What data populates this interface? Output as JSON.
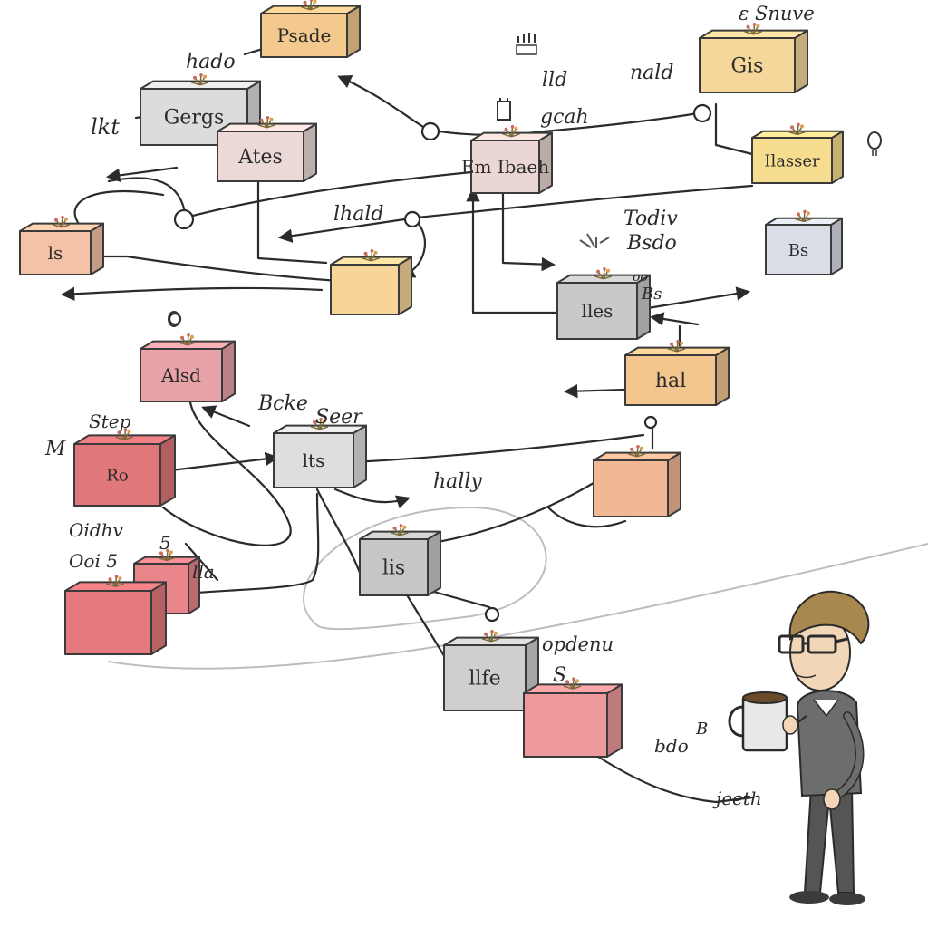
{
  "diagram": {
    "boxes": [
      {
        "id": "b1",
        "label": "Psade",
        "color": "#f3c98e"
      },
      {
        "id": "b2",
        "label": "Gergs",
        "color": "#dcdcdc"
      },
      {
        "id": "b3",
        "label": "Ates",
        "color": "#ead9d6"
      },
      {
        "id": "b4",
        "label": "Gis",
        "color": "#f5d79b"
      },
      {
        "id": "b5",
        "label": "Em Ibaeh",
        "color": "#ead6d2"
      },
      {
        "id": "b6",
        "label": "Ilasser",
        "color": "#f7dd8f"
      },
      {
        "id": "b7",
        "label": "ls",
        "color": "#f4c3a7"
      },
      {
        "id": "b8",
        "label": "",
        "color": "#f6d49a"
      },
      {
        "id": "b9",
        "label": "Bs",
        "color": "#d9dde6"
      },
      {
        "id": "b10",
        "label": "lles",
        "color": "#c9c9c9"
      },
      {
        "id": "b11",
        "label": "Alsd",
        "color": "#e8a3a9"
      },
      {
        "id": "b12",
        "label": "hal",
        "color": "#f3c690"
      },
      {
        "id": "b13",
        "label": "Ro",
        "color": "#e0777b"
      },
      {
        "id": "b14",
        "label": "lts",
        "color": "#dedede"
      },
      {
        "id": "b15",
        "label": "",
        "color": "#f1b896"
      },
      {
        "id": "b16",
        "label": "",
        "color": "#e8868c"
      },
      {
        "id": "b17",
        "label": "",
        "color": "#e3797d"
      },
      {
        "id": "b18",
        "label": "lis",
        "color": "#c7c7c7"
      },
      {
        "id": "b19",
        "label": "llfe",
        "color": "#cfcfcf"
      },
      {
        "id": "b20",
        "label": "",
        "color": "#ee9a9d"
      }
    ],
    "labels": [
      {
        "id": "t1",
        "text": "hado"
      },
      {
        "id": "t2",
        "text": "lkt"
      },
      {
        "id": "t3",
        "text": "ε Snuve"
      },
      {
        "id": "t4",
        "text": "nald"
      },
      {
        "id": "t5",
        "text": "lld"
      },
      {
        "id": "t6",
        "text": "gcah"
      },
      {
        "id": "t7",
        "text": "lhald"
      },
      {
        "id": "t8",
        "text": "Todiv"
      },
      {
        "id": "t9",
        "text": "Bsdo"
      },
      {
        "id": "t10",
        "text": "Bcke"
      },
      {
        "id": "t11",
        "text": "Seer"
      },
      {
        "id": "t12",
        "text": "Step"
      },
      {
        "id": "t13",
        "text": "M"
      },
      {
        "id": "t14",
        "text": "Oidhv"
      },
      {
        "id": "t15",
        "text": "Ooi 5"
      },
      {
        "id": "t16",
        "text": "5"
      },
      {
        "id": "t17",
        "text": "lla"
      },
      {
        "id": "t18",
        "text": "hally"
      },
      {
        "id": "t19",
        "text": "opdenu"
      },
      {
        "id": "t20",
        "text": "S"
      },
      {
        "id": "t21",
        "text": "B"
      },
      {
        "id": "t22",
        "text": "bdo"
      },
      {
        "id": "t23",
        "text": "jeeth"
      },
      {
        "id": "t24",
        "text": "oo"
      },
      {
        "id": "t25",
        "text": "Bs"
      }
    ],
    "colors": {
      "ink": "#2b2b2b",
      "orange": "#f3c98e",
      "red": "#e0777b",
      "gray": "#cfcfcf",
      "yellow": "#f7dd8f"
    },
    "figure": {
      "name": "man-with-coffee-mug",
      "icon": "person-holding-mug"
    }
  }
}
